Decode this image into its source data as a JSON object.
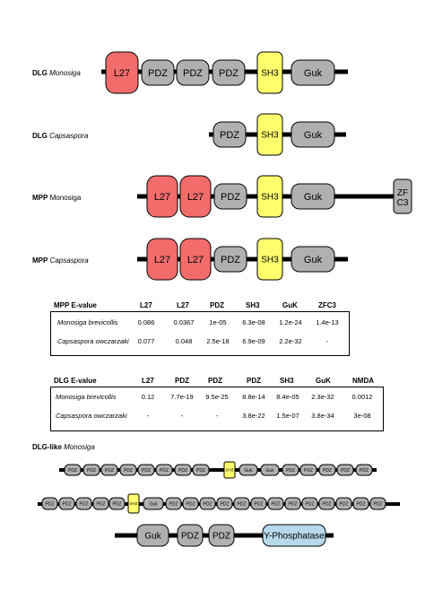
{
  "rows": [
    {
      "genus": "DLG",
      "species": "Monosiga"
    },
    {
      "genus": "DLG",
      "species": "Capsaspora"
    },
    {
      "genus": "MPP",
      "species": "Monosiga"
    },
    {
      "genus": "MPP",
      "species": "Capsaspora"
    }
  ],
  "domains": {
    "l27": "L27",
    "pdz": "PDZ",
    "sh3": "SH3",
    "guk": "Guk",
    "zfc3_line1": "ZF",
    "zfc3_line2": "C3",
    "yphos": "Y-Phosphatase"
  },
  "colors": {
    "l27": "#f26c6c",
    "pdz": "#b0b0b0",
    "sh3": "#ffff6e",
    "guk": "#b0b0b0",
    "yphos": "#b7d9ec"
  },
  "mpp_table": {
    "title": "MPP  E-value",
    "headers": [
      "L27",
      "L27",
      "PDZ",
      "SH3",
      "GuK",
      "ZFC3"
    ],
    "rows": [
      {
        "species": "Monosiga brevicollis",
        "values": [
          "0.086",
          "0.0367",
          "1e-05",
          "6.3e-08",
          "1.2e-24",
          "1.4e-13"
        ]
      },
      {
        "species": "Capsaspora owczarzaki",
        "values": [
          "0.077",
          "0.048",
          "2.5e-18",
          "6.9e-09",
          "2.2e-32",
          "-"
        ]
      }
    ]
  },
  "dlg_table": {
    "title": "DLG  E-value",
    "headers": [
      "L27",
      "PDZ",
      "PDZ",
      "PDZ",
      "SH3",
      "GuK",
      "NMDA"
    ],
    "rows": [
      {
        "species": "Monosiga brevicollis",
        "values": [
          "0.12",
          "7.7e-19",
          "9.5e-25",
          "8.8e-14",
          "8.4e-05",
          "2.3e-32",
          "0.0012"
        ]
      },
      {
        "species": "Capsaspora owczarzaki",
        "values": [
          "-",
          "-",
          "-",
          "3.8e-22",
          "1.5e-07",
          "3.8e-34",
          "3e-08"
        ]
      }
    ]
  },
  "dlg_like": {
    "genus": "DLG-like",
    "species": "Monosiga"
  }
}
